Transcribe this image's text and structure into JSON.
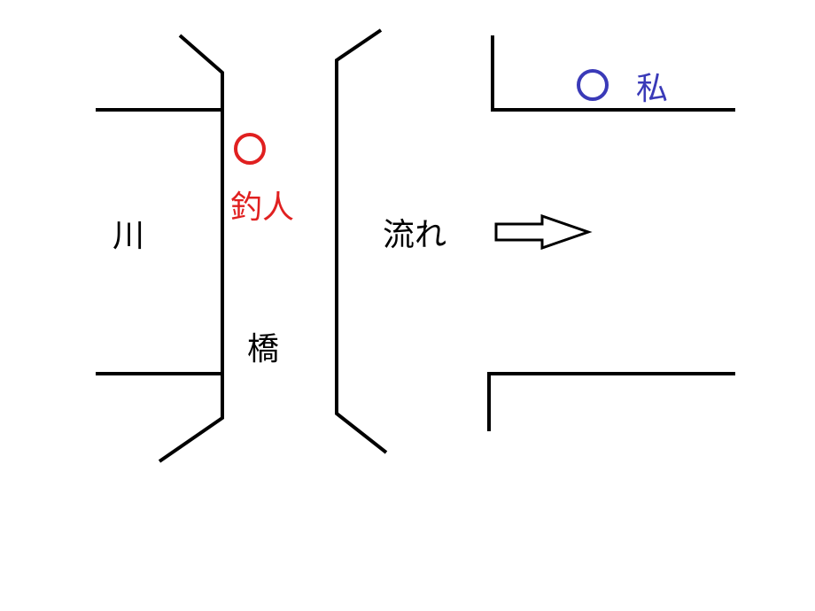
{
  "labels": {
    "river": "川",
    "bridge": "橋",
    "angler": "釣人",
    "me": "私",
    "flow": "流れ"
  },
  "colors": {
    "line": "#000000",
    "angler": "#e02020",
    "me": "#3a3ab8",
    "text": "#000000",
    "background": "#ffffff"
  },
  "markers": {
    "angler": "circle-marker",
    "me": "circle-marker",
    "flow": "right-arrow"
  }
}
